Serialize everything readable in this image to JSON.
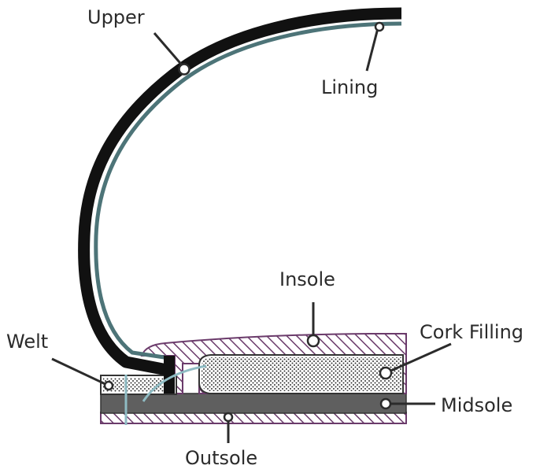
{
  "labels": {
    "upper": "Upper",
    "lining": "Lining",
    "insole": "Insole",
    "cork_filling": "Cork Filling",
    "welt": "Welt",
    "midsole": "Midsole",
    "outsole": "Outsole"
  },
  "colors": {
    "upper": "#111111",
    "lining": "#4d7478",
    "insole_hatch": "#6b3b6b",
    "midsole": "#5f5f5f",
    "outsole_hatch": "#6b3b6b",
    "cork_dots": "#333333",
    "stitch": "#8fbcc4",
    "leader": "#2b2b2b"
  }
}
